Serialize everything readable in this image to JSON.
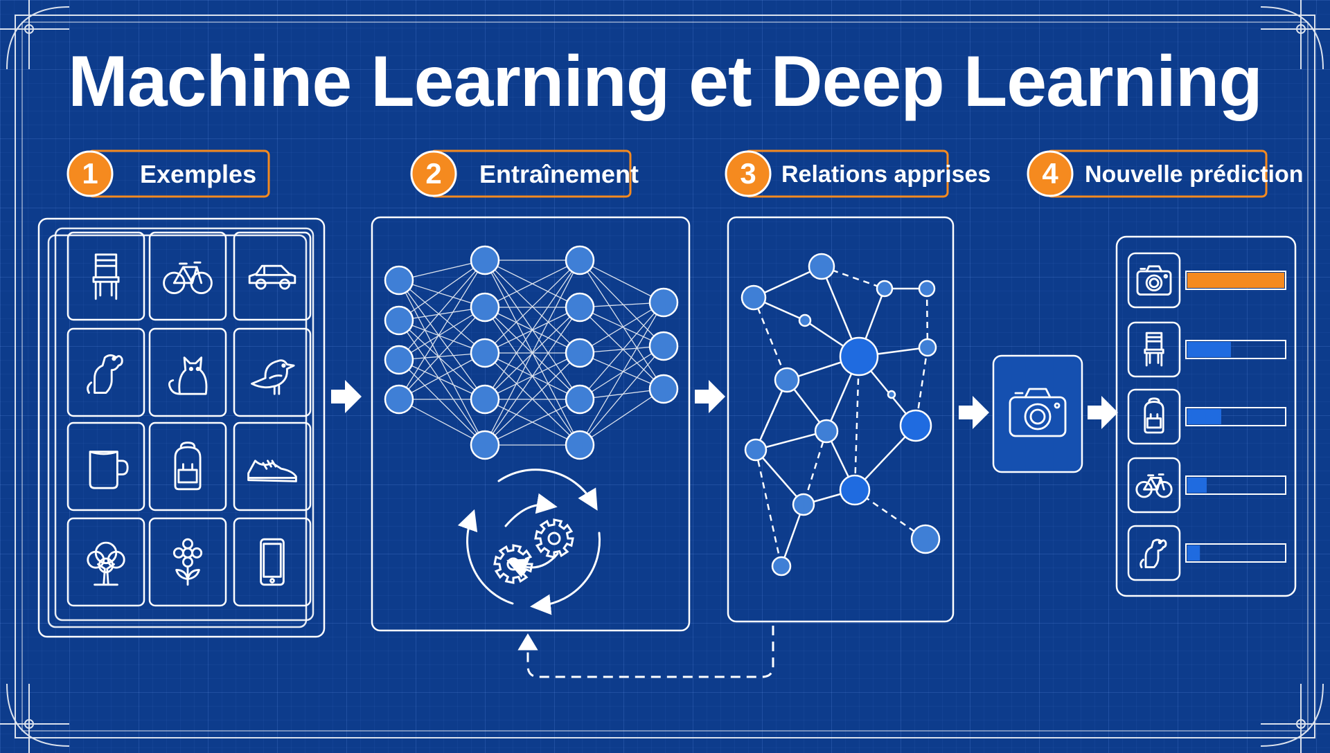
{
  "title": "Machine Learning et Deep Learning",
  "steps": [
    {
      "number": "1",
      "label": "Exemples"
    },
    {
      "number": "2",
      "label": "Entraînement"
    },
    {
      "number": "3",
      "label": "Relations apprises"
    },
    {
      "number": "4",
      "label": "Nouvelle prédiction"
    }
  ],
  "examples": [
    "chair-icon",
    "bicycle-icon",
    "car-icon",
    "dog-icon",
    "cat-icon",
    "bird-icon",
    "mug-icon",
    "backpack-icon",
    "sneaker-icon",
    "tree-icon",
    "flower-icon",
    "smartphone-icon"
  ],
  "prediction": {
    "input": "camera-icon",
    "candidates": [
      {
        "icon": "camera-icon",
        "confidence": 1.0,
        "color": "#f58a1f"
      },
      {
        "icon": "chair-icon",
        "confidence": 0.45,
        "color": "#1f6be0"
      },
      {
        "icon": "backpack-icon",
        "confidence": 0.35,
        "color": "#1f6be0"
      },
      {
        "icon": "bicycle-icon",
        "confidence": 0.2,
        "color": "#1f6be0"
      },
      {
        "icon": "dog-icon",
        "confidence": 0.13,
        "color": "#1f6be0"
      }
    ]
  },
  "colors": {
    "background": "#0d3c8c",
    "accent": "#f58a1f",
    "node": "#3f7fd6",
    "line": "#ffffff"
  }
}
